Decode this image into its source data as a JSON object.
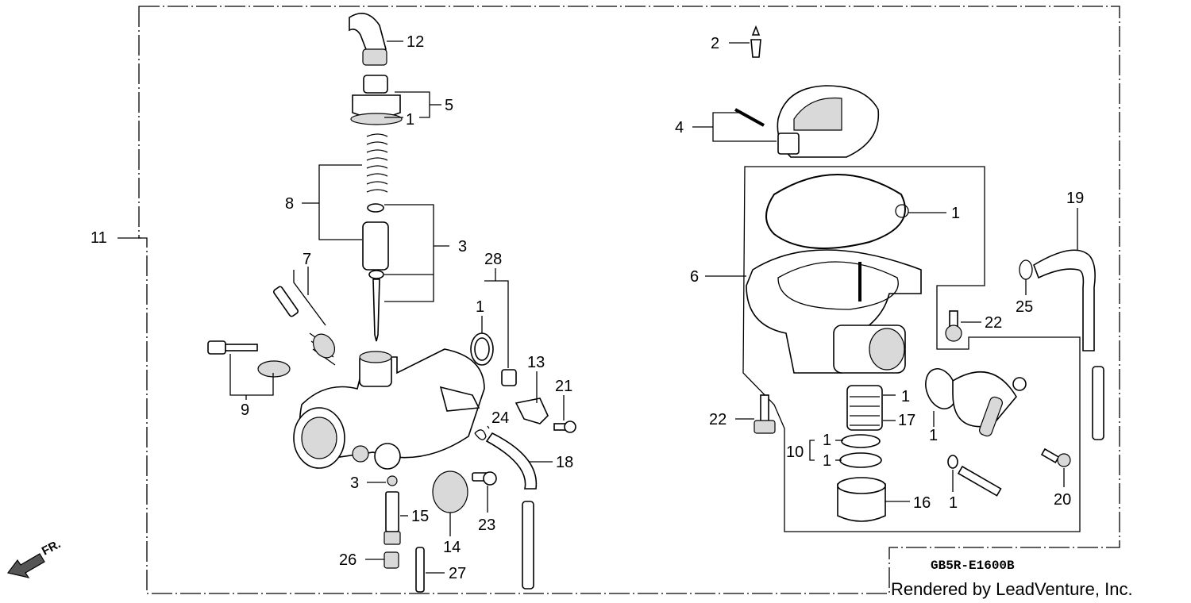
{
  "diagram": {
    "diagram_code": "GB5R-E1600B",
    "credit": "Rendered by LeadVenture, Inc.",
    "direction_marker": "FR.",
    "callouts": [
      {
        "id": "c12",
        "text": "12"
      },
      {
        "id": "c5",
        "text": "5"
      },
      {
        "id": "c1a",
        "text": "1"
      },
      {
        "id": "c8",
        "text": "8"
      },
      {
        "id": "c3a",
        "text": "3"
      },
      {
        "id": "c7",
        "text": "7"
      },
      {
        "id": "c11",
        "text": "11"
      },
      {
        "id": "c9",
        "text": "9"
      },
      {
        "id": "c28",
        "text": "28"
      },
      {
        "id": "c1b",
        "text": "1"
      },
      {
        "id": "c13",
        "text": "13"
      },
      {
        "id": "c21",
        "text": "21"
      },
      {
        "id": "c24",
        "text": "24"
      },
      {
        "id": "c18",
        "text": "18"
      },
      {
        "id": "c3b",
        "text": "3"
      },
      {
        "id": "c15",
        "text": "15"
      },
      {
        "id": "c23",
        "text": "23"
      },
      {
        "id": "c14",
        "text": "14"
      },
      {
        "id": "c26",
        "text": "26"
      },
      {
        "id": "c27",
        "text": "27"
      },
      {
        "id": "c2",
        "text": "2"
      },
      {
        "id": "c4",
        "text": "4"
      },
      {
        "id": "c1c",
        "text": "1"
      },
      {
        "id": "c6",
        "text": "6"
      },
      {
        "id": "c19",
        "text": "19"
      },
      {
        "id": "c25",
        "text": "25"
      },
      {
        "id": "c22a",
        "text": "22"
      },
      {
        "id": "c1d",
        "text": "1"
      },
      {
        "id": "c17",
        "text": "17"
      },
      {
        "id": "c22b",
        "text": "22"
      },
      {
        "id": "c1e",
        "text": "1"
      },
      {
        "id": "c10",
        "text": "10"
      },
      {
        "id": "c1f",
        "text": "1"
      },
      {
        "id": "c1g",
        "text": "1"
      },
      {
        "id": "c16",
        "text": "16"
      },
      {
        "id": "c1h",
        "text": "1"
      },
      {
        "id": "c20",
        "text": "20"
      }
    ]
  }
}
